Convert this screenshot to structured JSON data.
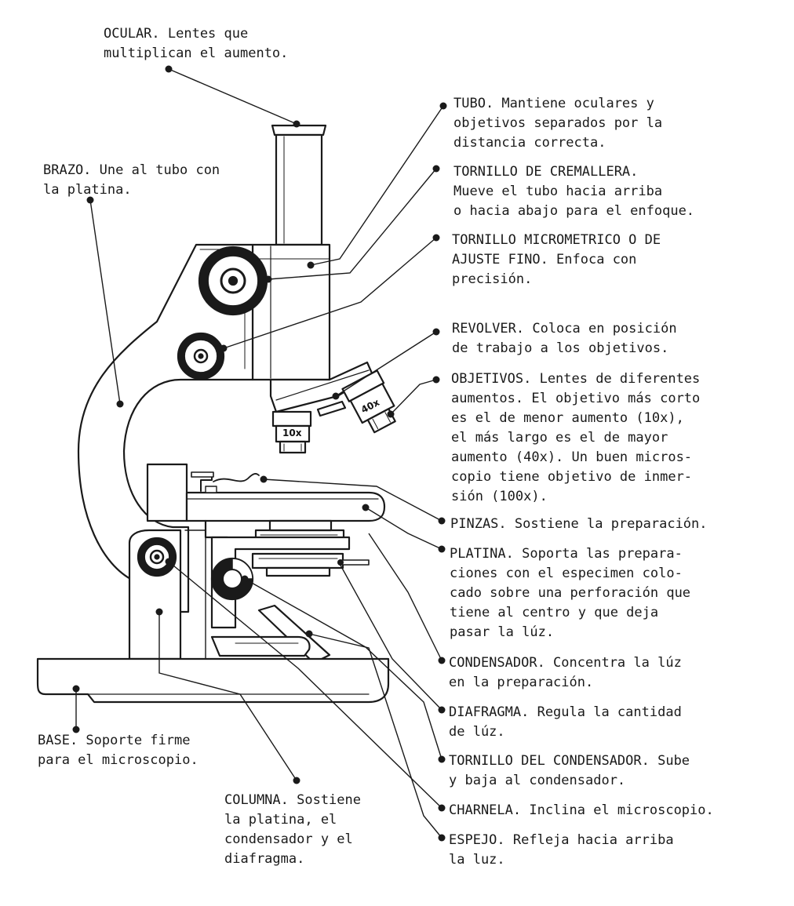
{
  "labels": {
    "ocular": "OCULAR. Lentes que\nmultiplican el aumento.",
    "brazo": "BRAZO. Une al tubo con\nla platina.",
    "tubo": "TUBO. Mantiene oculares y\nobjetivos separados por la\ndistancia correcta.",
    "cremallera": "TORNILLO DE CREMALLERA.\nMueve el tubo hacia arriba\no hacia abajo para el enfoque.",
    "micrometrico": "TORNILLO MICROMETRICO O DE\nAJUSTE FINO. Enfoca con\nprecisión.",
    "revolver": "REVOLVER. Coloca en posición\nde trabajo a los objetivos.",
    "objetivos": "OBJETIVOS. Lentes de diferentes\naumentos. El objetivo más corto\nes el de menor aumento (10x),\nel más largo es el de mayor\naumento (40x). Un buen micros-\ncopio tiene objetivo de inmer-\nsión (100x).",
    "pinzas": "PINZAS. Sostiene la preparación.",
    "platina": "PLATINA. Soporta las prepara-\nciones con el especimen colo-\ncado sobre una perforación que\ntiene al centro y que deja\npasar la lúz.",
    "condensador": "CONDENSADOR. Concentra la lúz\nen la preparación.",
    "diafragma": "DIAFRAGMA. Regula la cantidad\nde lúz.",
    "tornillo_condensador": "TORNILLO DEL CONDENSADOR. Sube\ny baja al condensador.",
    "charnela": "CHARNELA. Inclina el microscopio.",
    "espejo": "ESPEJO. Refleja hacia arriba\nla luz.",
    "base": "BASE. Soporte firme\npara el microscopio.",
    "columna": "COLUMNA. Sostiene\nla platina, el\ncondensador y el\ndiafragma."
  },
  "objective_marks": {
    "low": "10x",
    "high": "40x"
  },
  "colors": {
    "ink": "#1a1a1a",
    "paper": "#ffffff"
  }
}
